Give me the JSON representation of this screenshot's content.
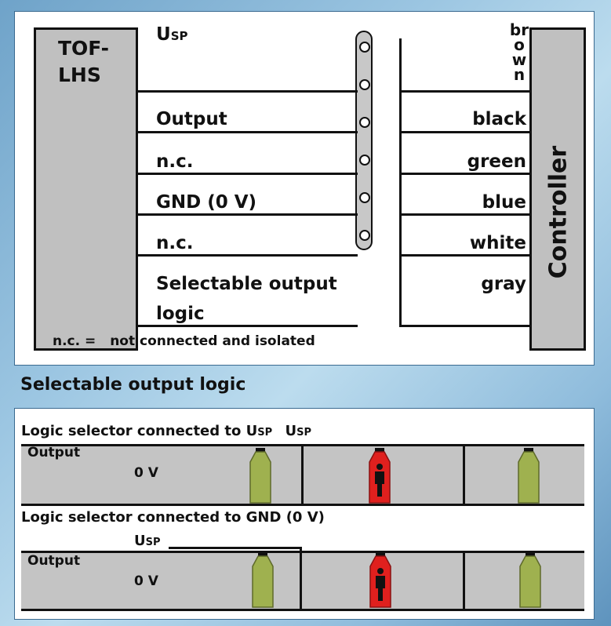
{
  "wiring": {
    "device_label_line1": "TOF-",
    "device_label_line2": "LHS",
    "controller_label": "Controller",
    "usp_label": "U",
    "usp_sub": "SP",
    "left_pins": [
      "Output",
      "n.c.",
      "GND (0 V)",
      "n.c.",
      "Selectable output",
      "logic"
    ],
    "wire_colors": [
      "brown",
      "black",
      "green",
      "blue",
      "white",
      "gray"
    ],
    "brown_letters": [
      "br",
      "o",
      "w",
      "n"
    ],
    "footnote_key": "n.c. =",
    "footnote_text": "not connected and isolated"
  },
  "section_title": "Selectable output logic",
  "logic": {
    "case1_title": "Logic selector connected to U",
    "case1_sub": "SP",
    "case1_suffix": "U",
    "case1_suffix_sub": "SP",
    "case2_title": "Logic selector connected to GND (0 V)",
    "output_label": "Output",
    "zero_v_label": "0 V",
    "usp_label": "U",
    "usp_sub": "SP",
    "led_off_color": "#9fb14f",
    "led_on_color": "#e0201e"
  }
}
